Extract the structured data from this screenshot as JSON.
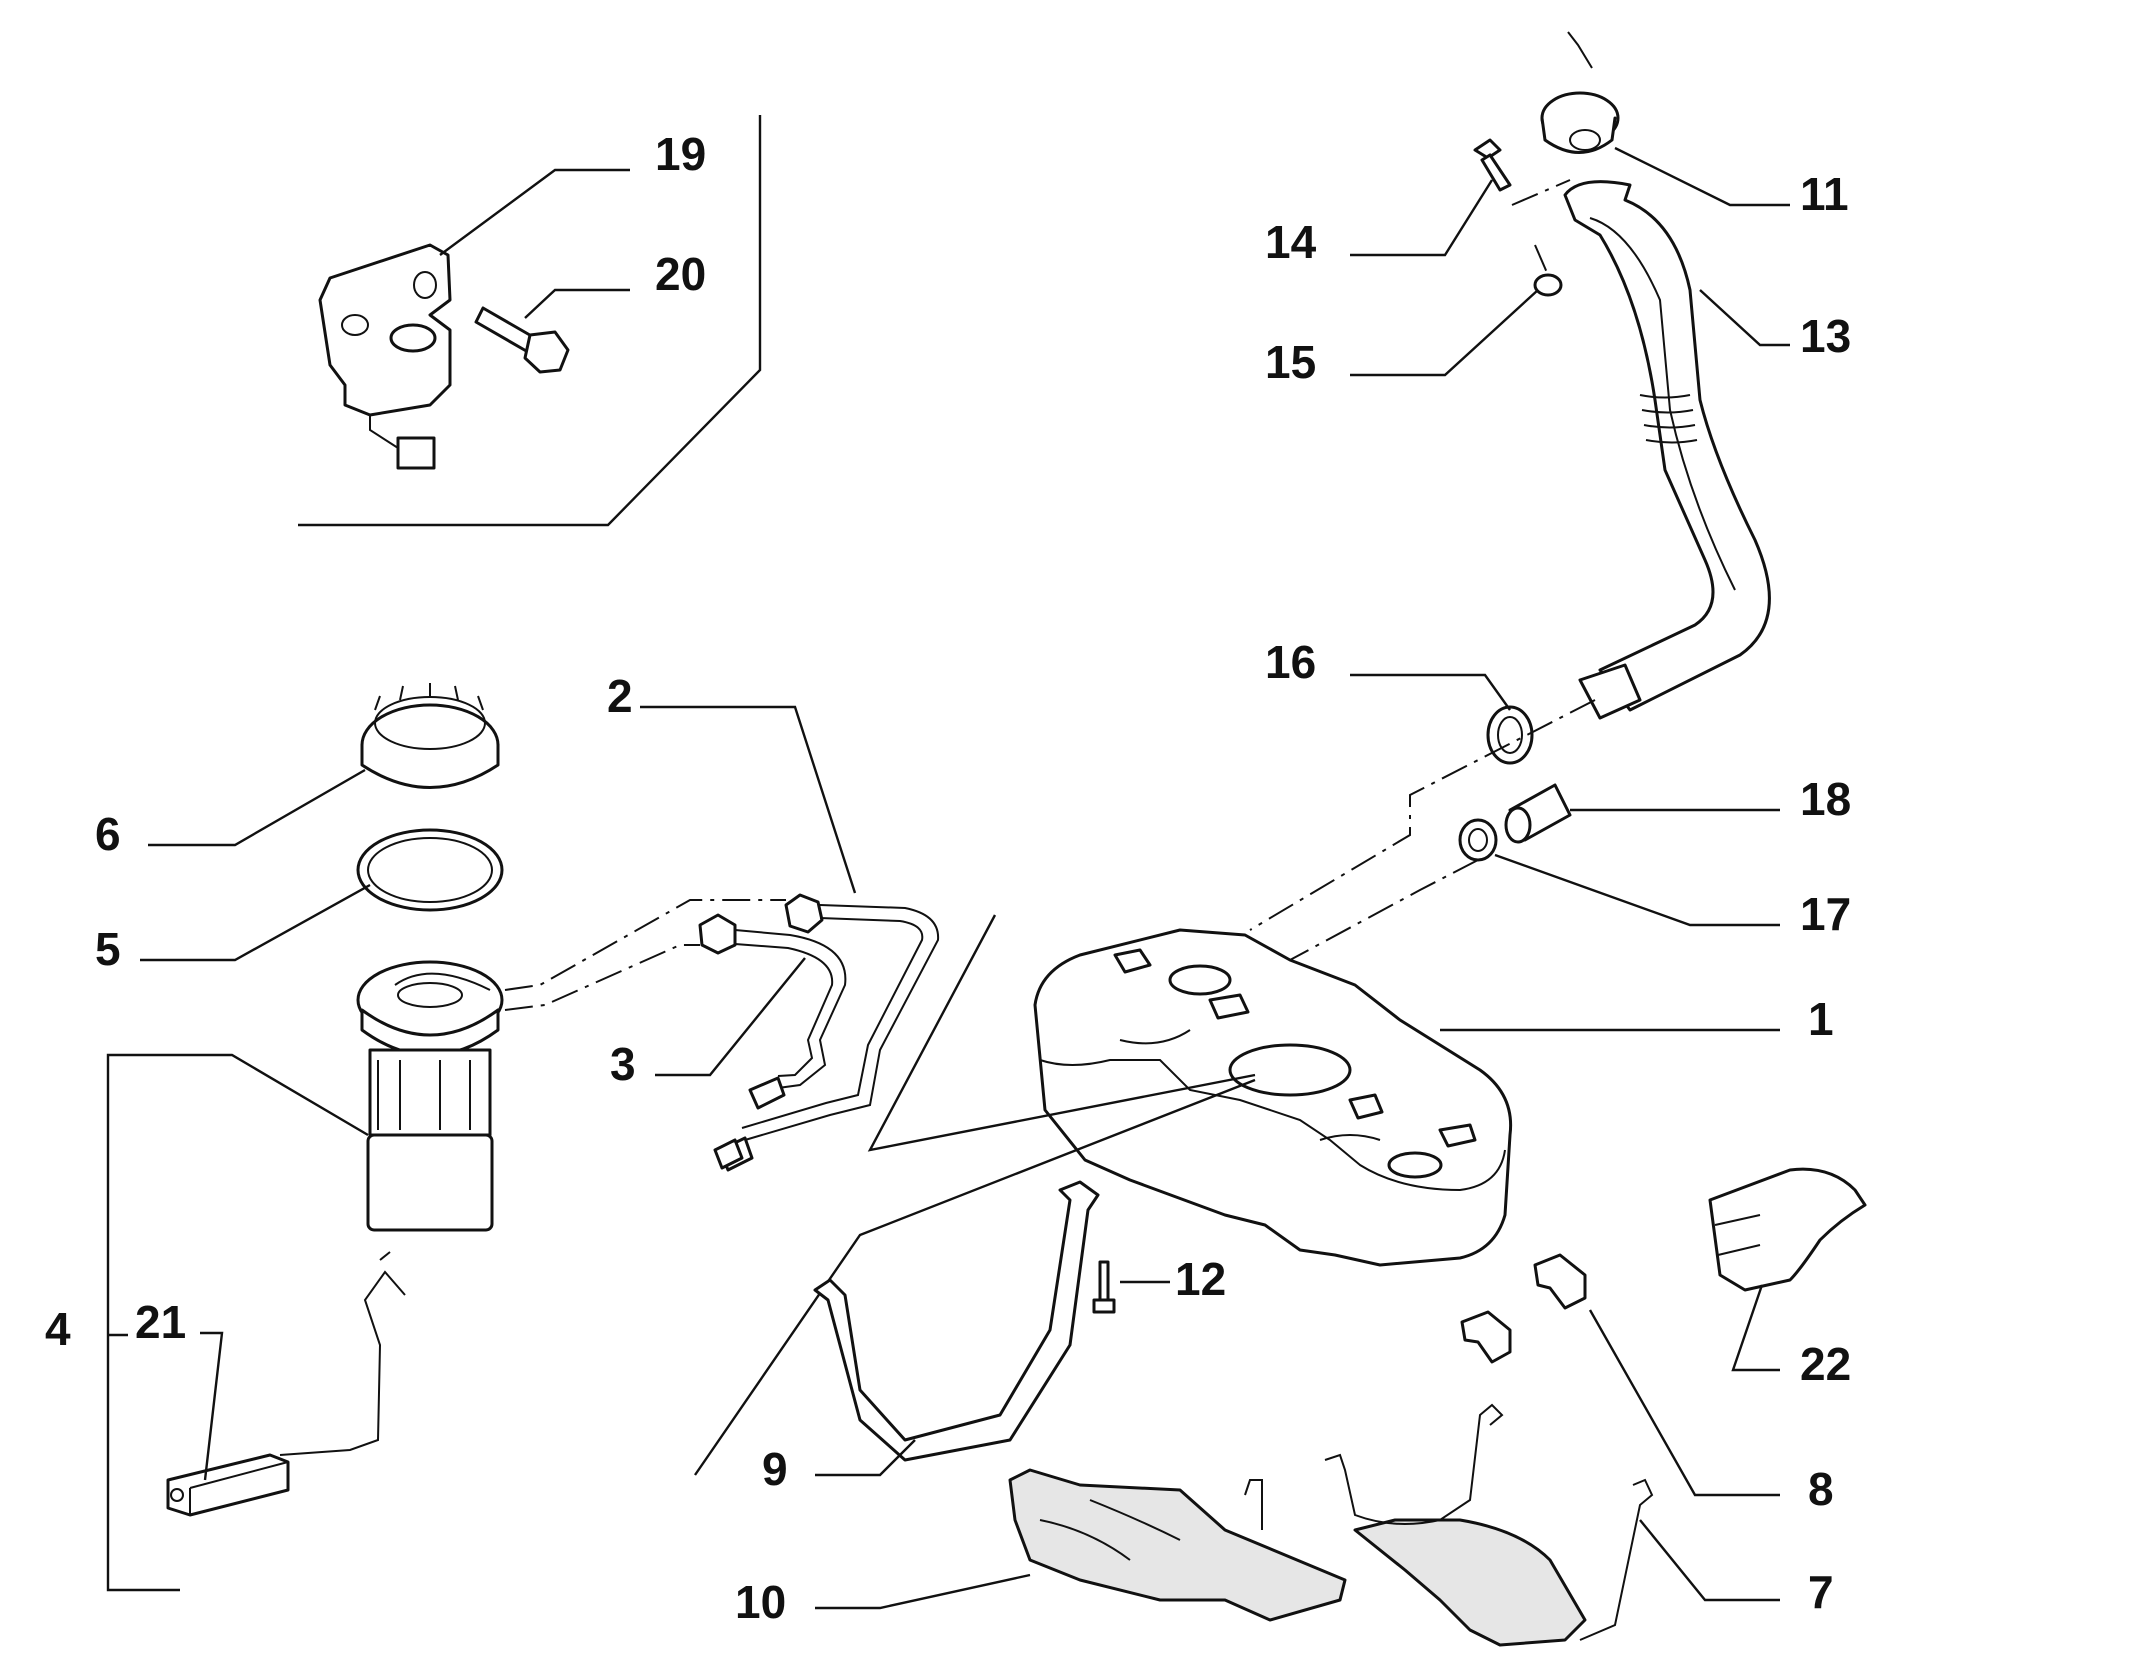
{
  "callouts": [
    {
      "id": "1",
      "text": "1"
    },
    {
      "id": "2",
      "text": "2"
    },
    {
      "id": "3",
      "text": "3"
    },
    {
      "id": "4",
      "text": "4"
    },
    {
      "id": "5",
      "text": "5"
    },
    {
      "id": "6",
      "text": "6"
    },
    {
      "id": "7",
      "text": "7"
    },
    {
      "id": "8",
      "text": "8"
    },
    {
      "id": "9",
      "text": "9"
    },
    {
      "id": "10",
      "text": "10"
    },
    {
      "id": "11",
      "text": "11"
    },
    {
      "id": "12",
      "text": "12"
    },
    {
      "id": "13",
      "text": "13"
    },
    {
      "id": "14",
      "text": "14"
    },
    {
      "id": "15",
      "text": "15"
    },
    {
      "id": "16",
      "text": "16"
    },
    {
      "id": "17",
      "text": "17"
    },
    {
      "id": "18",
      "text": "18"
    },
    {
      "id": "19",
      "text": "19"
    },
    {
      "id": "20",
      "text": "20"
    },
    {
      "id": "21",
      "text": "21"
    },
    {
      "id": "22",
      "text": "22"
    }
  ],
  "colors": {
    "line": "#111111",
    "background": "#ffffff",
    "shade": "#e6e6e6"
  }
}
